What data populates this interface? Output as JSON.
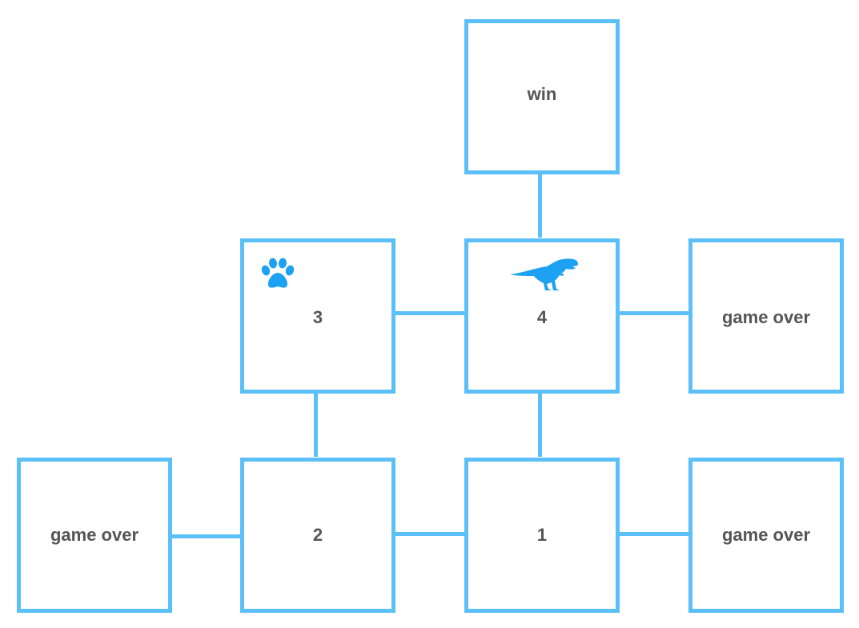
{
  "colors": {
    "accent": "#5bc0f8",
    "label": "#555555",
    "background": "#ffffff"
  },
  "rooms": {
    "win": {
      "label": "win"
    },
    "room4": {
      "label": "4",
      "token": "dinosaur-icon"
    },
    "room3": {
      "label": "3",
      "token": "paw-icon"
    },
    "gameover_right": {
      "label": "game over"
    },
    "gameover_left": {
      "label": "game over"
    },
    "room2": {
      "label": "2"
    },
    "room1": {
      "label": "1"
    },
    "gameover_bottom_right": {
      "label": "game over"
    }
  }
}
